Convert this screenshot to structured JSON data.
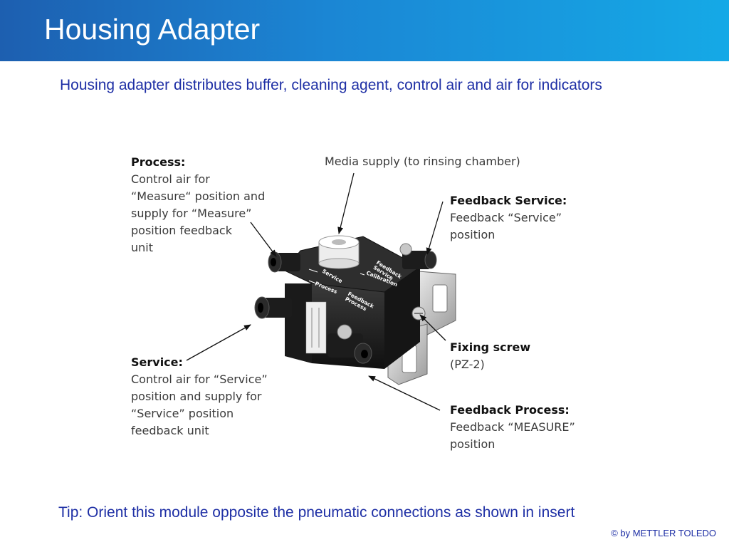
{
  "header": {
    "title": "Housing Adapter",
    "bg_start": "#1d5fb0",
    "bg_end": "#15a9e6"
  },
  "intro": "Housing adapter distributes buffer, cleaning agent, control air and air for indicators",
  "callouts": {
    "process": {
      "heading": "Process:",
      "lines": [
        "Control air for",
        "“Measure“ position and",
        "supply for “Measure”",
        "position feedback",
        "unit"
      ]
    },
    "media": {
      "text": "Media supply (to rinsing chamber)"
    },
    "feedback_service": {
      "heading": "Feedback Service:",
      "lines": [
        "Feedback “Service”",
        "position"
      ]
    },
    "fixing": {
      "heading": "Fixing screw",
      "lines": [
        "(PZ-2)"
      ]
    },
    "service": {
      "heading": "Service:",
      "lines": [
        "Control air for “Service”",
        "position and supply for",
        "“Service” position",
        "feedback unit"
      ]
    },
    "feedback_process": {
      "heading": "Feedback Process:",
      "lines": [
        "Feedback “MEASURE”",
        "position"
      ]
    }
  },
  "device_labels": {
    "feedback_service": [
      "Feedback",
      "Service"
    ],
    "calibration": "Calibration",
    "service": "Service",
    "process": "Process",
    "feedback_process": [
      "Feedback",
      "Process"
    ]
  },
  "tip": "Tip: Orient this module opposite the pneumatic connections as shown in insert",
  "copyright": "© by METTLER TOLEDO"
}
